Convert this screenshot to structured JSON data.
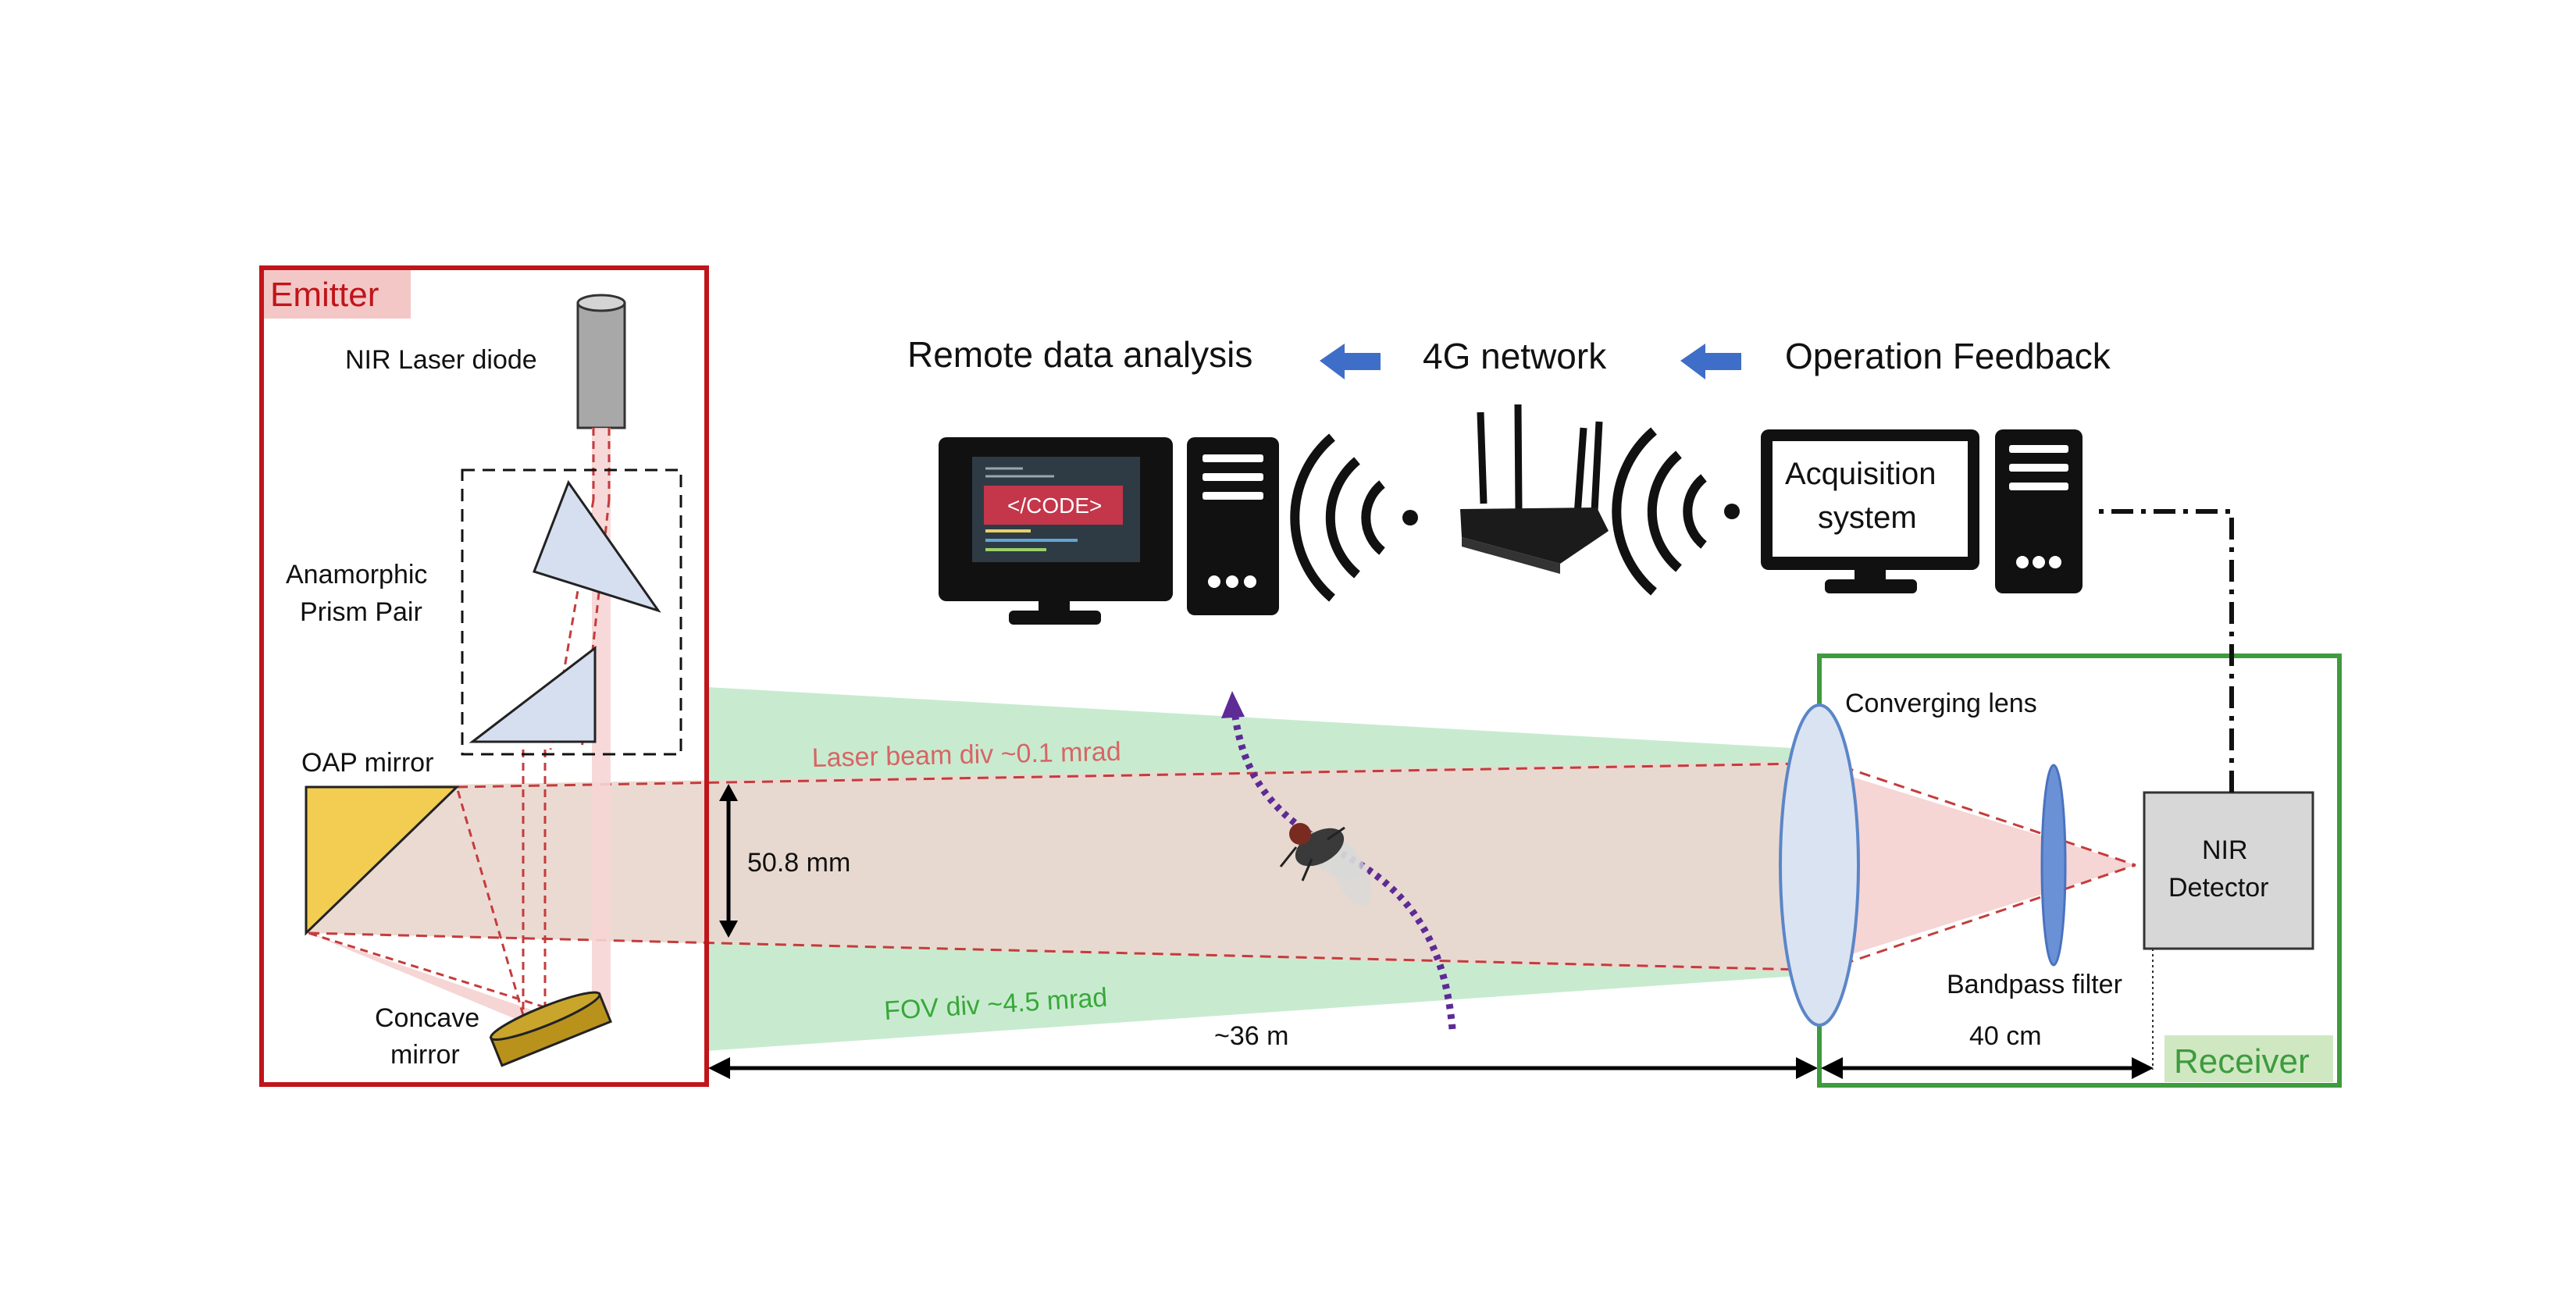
{
  "emitter": {
    "title": "Emitter",
    "laser_label": "NIR Laser diode",
    "prism_label_line1": "Anamorphic",
    "prism_label_line2": "Prism Pair",
    "oap_label": "OAP mirror",
    "concave_label_line1": "Concave",
    "concave_label_line2": "mirror"
  },
  "network": {
    "remote_label": "Remote data analysis",
    "network_label": "4G network",
    "feedback_label": "Operation Feedback",
    "code_label": "</CODE>",
    "acquisition_line1": "Acquisition",
    "acquisition_line2": "system"
  },
  "beam": {
    "laser_div_label": "Laser beam div ~0.1 mrad",
    "fov_div_label": "FOV div ~4.5 mrad",
    "beam_width_label": "50.8 mm",
    "distance_label": "~36 m"
  },
  "receiver": {
    "title": "Receiver",
    "lens_label": "Converging lens",
    "filter_label": "Bandpass filter",
    "detector_line1": "NIR",
    "detector_line2": "Detector",
    "distance_label": "40 cm"
  },
  "colors": {
    "emitter_border": "#c0151a",
    "emitter_title_bg": "#f4c7c7",
    "emitter_title_text": "#c0151a",
    "receiver_border": "#3e9b3e",
    "receiver_title_bg": "#cfe8c2",
    "receiver_title_text": "#3e9b3e",
    "fov_fill": "#c8ebd0",
    "beam_fill": "#f6d5d5",
    "beam_line": "#c43c3c",
    "laser_label": "#d86565",
    "fov_label": "#38a838",
    "arrow_blue": "#3f6ec8",
    "fly_path": "#5e2a96"
  }
}
